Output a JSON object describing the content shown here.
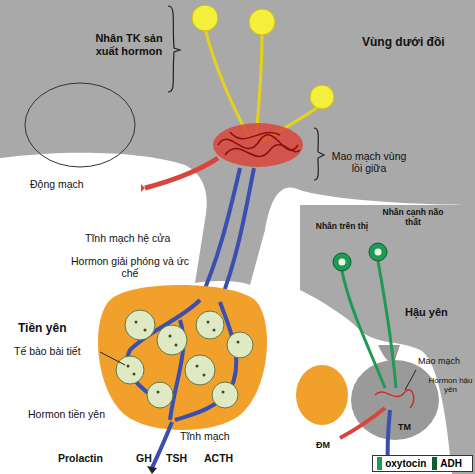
{
  "diagram": {
    "labels": [
      "Nhân TK sản xuất hormon",
      "Vùng dưới đồi",
      "Động mạch",
      "Mao mạch vùng lồi giữa",
      "Tĩnh mạch hệ cửa",
      "Hormon giải phóng và ức chế",
      "Tiền yên",
      "Tế bào bài tiết",
      "Hormon tiền yên",
      "Tĩnh mạch",
      "Prolactin",
      "GH",
      "TSH",
      "ACTH",
      "Nhân trên thị",
      "Nhân cạnh não thất",
      "Hậu yên",
      "Mao mạch",
      "Hormon hậu yên",
      "ĐM",
      "TM"
    ],
    "legend": [
      {
        "text": "oxytocin",
        "color": "#1f9a55"
      },
      {
        "text": "ADH",
        "color": "#0b5e2e"
      }
    ]
  }
}
